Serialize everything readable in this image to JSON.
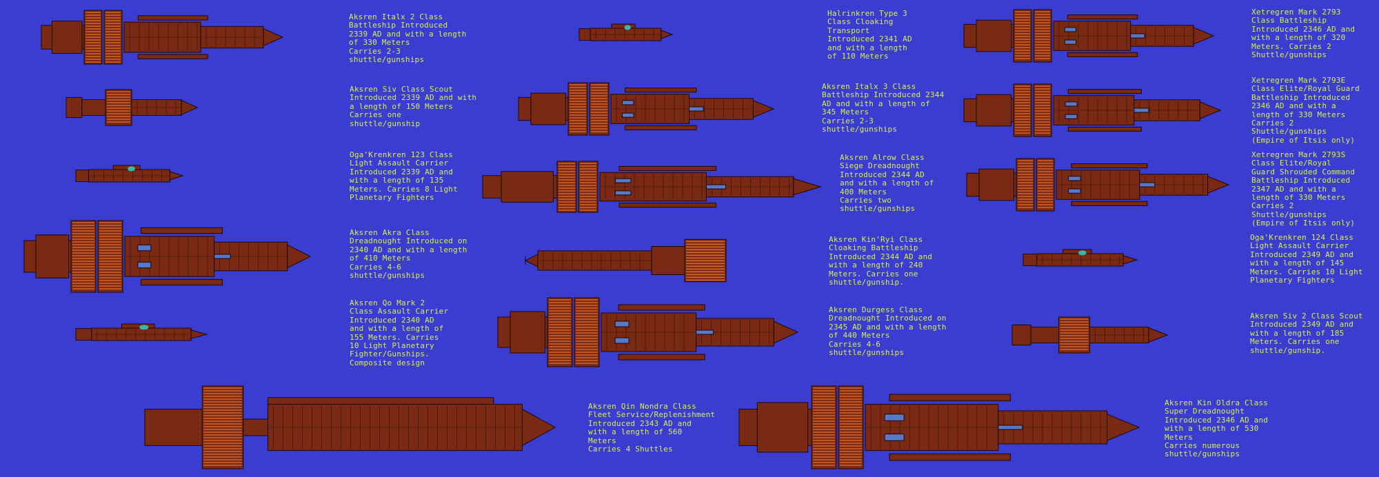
{
  "colors": {
    "background": "#3b3dd0",
    "caption_text": "#d6f04a",
    "hull": "#7a2a14",
    "hull_outline": "#1a0804",
    "engine_stripe": "#d4662a",
    "panel_glow": "#5a78c8",
    "cockpit": "#3ab6a8"
  },
  "captions": {
    "italx2": "Aksren Italx 2 Class\nBattleship Introduced\n2339 AD and with a length\nof 330 Meters\nCarries 2-3\nshuttle/gunships",
    "siv_scout": "Aksren Siv Class Scout\nIntroduced 2339 AD and with\na length of 150 Meters\nCarries one\nshuttle/gunship",
    "oga123": "Oga'Krenkren 123 Class\nLight Assault Carrier\nIntroduced 2339 AD and\nwith a length of 135\nMeters. Carries 8 Light\nPlanetary Fighters",
    "akra": "Aksren Akra Class\nDreadnought Introduced on\n2340 AD and with a length\nof 410 Meters\nCarries 4-6\nshuttle/gunships",
    "qo_mark2": "Aksren Qo Mark 2\nClass Assault Carrier\nIntroduced 2340 AD\nand with a length of\n155 Meters. Carries\n10 Light Planetary\nFighter/Gunships.\nComposite design",
    "halrinkren": "Halrinkren Type 3\nClass Cloaking\nTransport\nIntroduced 2341 AD\nand with a length\nof 110 Meters",
    "italx3": "Aksren Italx 3 Class\nBattleship Introduced 2344\nAD and with a length of\n345 Meters\nCarries 2-3\nshuttle/gunships",
    "alrow": "Aksren Alrow Class\nSiege Dreadnought\nIntroduced 2344 AD\nand with a length of\n400 Meters\nCarries two\nshuttle/gunships",
    "kinryi": "Aksren Kin'Ryi Class\nCloaking Battleship\nIntroduced 2344 AD and\nwith a length of 240\nMeters. Carries one\nshuttle/gunship.",
    "durgess": "Aksren Durgess Class\nDreadnought Introduced on\n2345 AD and with a length\nof 440 Meters\nCarries 4-6\nshuttle/gunships",
    "qin_nondra": "Aksren Qin Nondra Class\nFleet Service/Replenishment\nIntroduced 2343 AD and\nwith a length of 560\nMeters\nCarries 4 Shuttles",
    "xetregren2793": "Xetregren Mark 2793\nClass Battleship\nIntroduced 2346 AD and\nwith a length of 320\nMeters. Carries 2\nShuttle/gunships",
    "xetregren2793e": "Xetregren Mark 2793E\nClass Elite/Royal Guard\nBattleship Introduced\n2346 AD and with a\nlength of 330 Meters\nCarries 2\nShuttle/gunships\n(Empire of Itsis only)",
    "xetregren2793s": "Xetregren Mark 2793S\nClass Elite/Royal\nGuard Shrouded Command\nBattleship Introduced\n2347 AD and with a\nlength of 330 Meters\nCarries 2\nShuttle/gunships\n(Empire of Itsis only)",
    "oga124": "Oga'Krenkren 124 Class\nLight Assault Carrier\nIntroduced 2349 AD and\nwith a length of 145\nMeters. Carries 10 Light\nPlanetary Fighters",
    "siv2_scout": "Aksren Siv 2 Class Scout\nIntroduced 2349 AD and\nwith a length of 185\nMeters. Carries one\nshuttle/gunship.",
    "kin_oldra": "Aksren Kin Oldra Class\nSuper Dreadnought\nIntroduced 2346 AD and\nwith a length of 530\nMeters\nCarries numerous\nshuttle/gunships"
  }
}
